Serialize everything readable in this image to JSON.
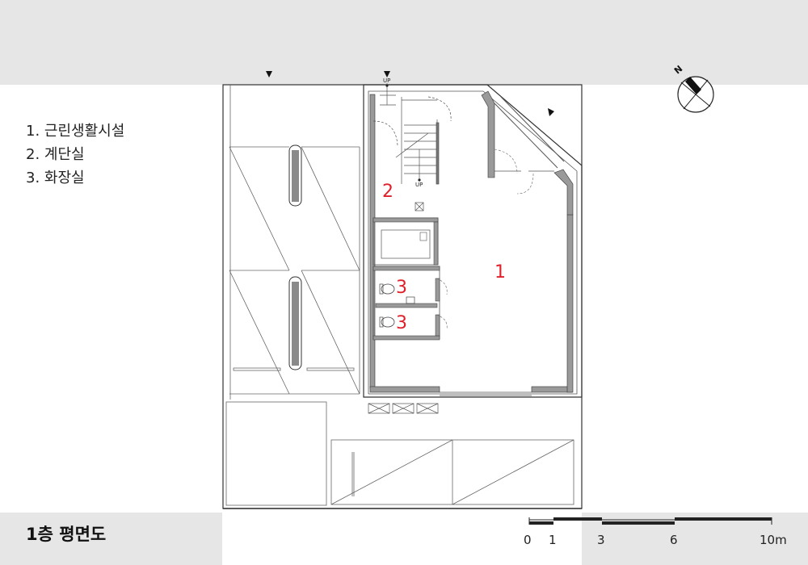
{
  "legend": {
    "items": [
      "1. 근린생활시설",
      "2. 계단실",
      "3. 화장실"
    ]
  },
  "plan_title": "1층 평면도",
  "room_numbers": {
    "room1": "1",
    "room2": "2",
    "room3a": "3",
    "room3b": "3"
  },
  "stair_labels": {
    "up_top": "UP",
    "up_bottom": "UP"
  },
  "scale_bar": {
    "labels": [
      "0",
      "1",
      "3",
      "6",
      "10m"
    ]
  },
  "compass": {
    "label": "N"
  },
  "colors": {
    "room_number": "#e0202a",
    "background": "#e6e6e6",
    "wall_fill": "#9a9a9a"
  }
}
